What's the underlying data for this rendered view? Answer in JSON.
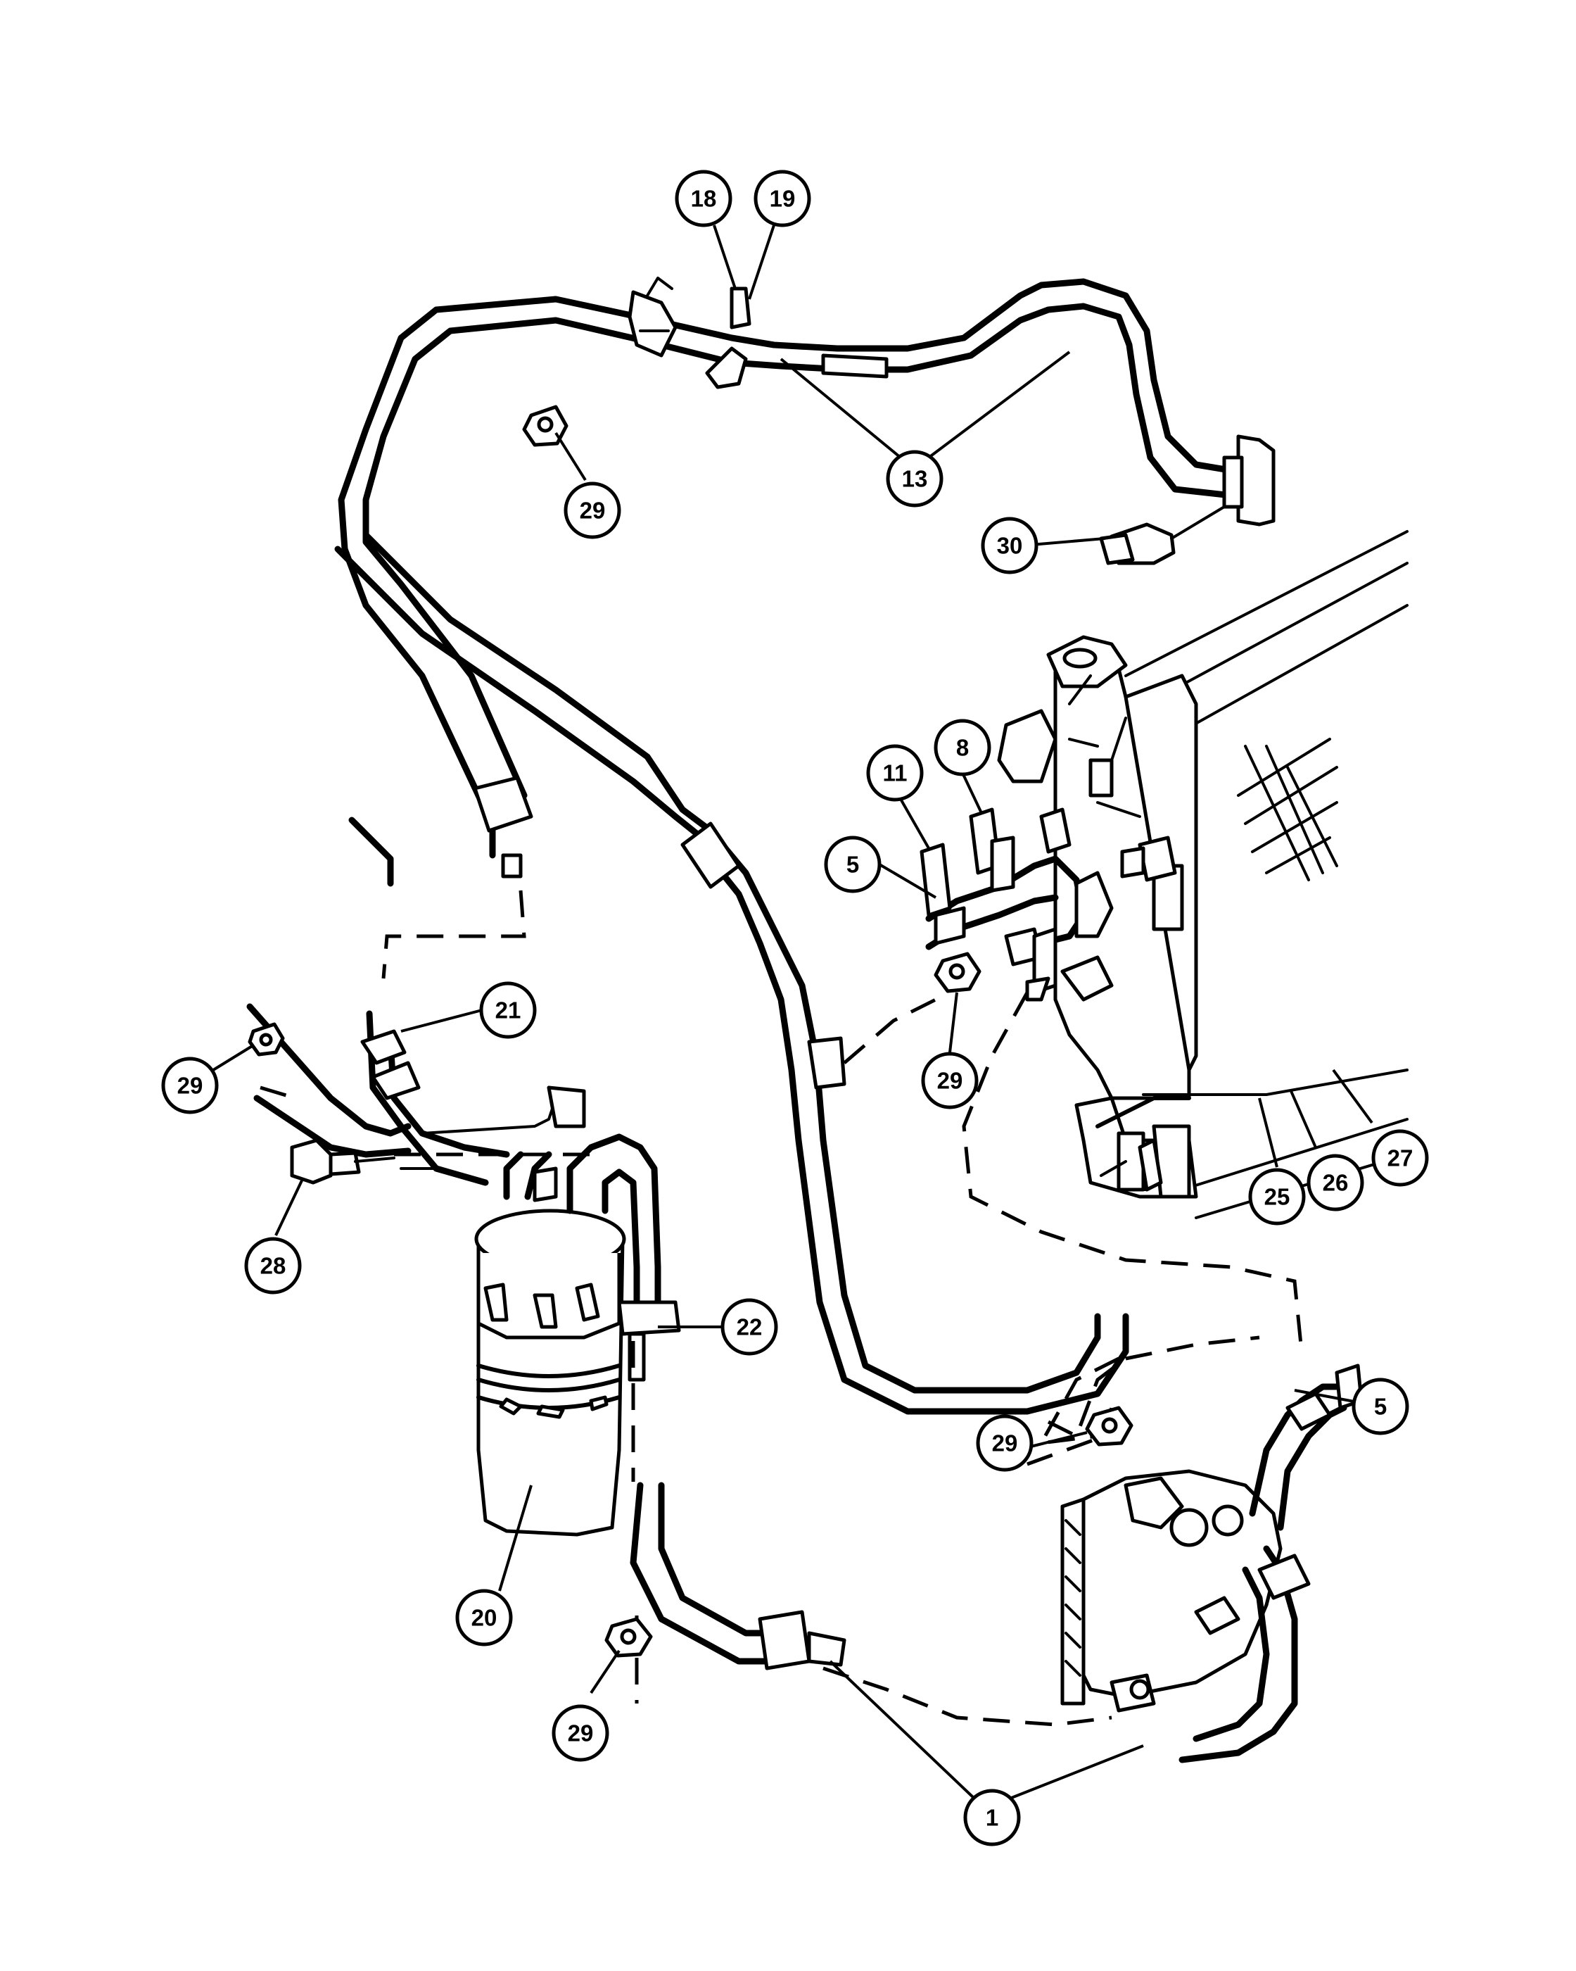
{
  "callouts": [
    {
      "id": "c18",
      "label": "18"
    },
    {
      "id": "c19",
      "label": "19"
    },
    {
      "id": "c13",
      "label": "13"
    },
    {
      "id": "c29a",
      "label": "29"
    },
    {
      "id": "c30",
      "label": "30"
    },
    {
      "id": "c11",
      "label": "11"
    },
    {
      "id": "c8",
      "label": "8"
    },
    {
      "id": "c5a",
      "label": "5"
    },
    {
      "id": "c29b",
      "label": "29"
    },
    {
      "id": "c21",
      "label": "21"
    },
    {
      "id": "c29c",
      "label": "29"
    },
    {
      "id": "c28",
      "label": "28"
    },
    {
      "id": "c25",
      "label": "25"
    },
    {
      "id": "c26",
      "label": "26"
    },
    {
      "id": "c27",
      "label": "27"
    },
    {
      "id": "c22",
      "label": "22"
    },
    {
      "id": "c5b",
      "label": "5"
    },
    {
      "id": "c29d",
      "label": "29"
    },
    {
      "id": "c20",
      "label": "20"
    },
    {
      "id": "c29e",
      "label": "29"
    },
    {
      "id": "c1",
      "label": "1"
    }
  ]
}
